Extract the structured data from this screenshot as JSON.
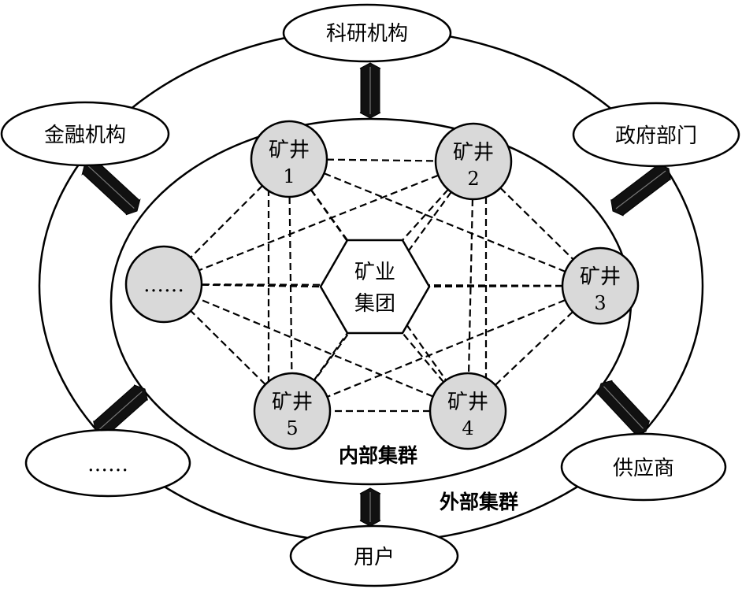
{
  "hub": {
    "line1": "矿业",
    "line2": "集团"
  },
  "mines": [
    {
      "name": "矿井",
      "number": "1"
    },
    {
      "name": "矿井",
      "number": "2"
    },
    {
      "name": "矿井",
      "number": "3"
    },
    {
      "name": "矿井",
      "number": "4"
    },
    {
      "name": "矿井",
      "number": "5"
    },
    {
      "name": "……",
      "number": ""
    }
  ],
  "externals": [
    {
      "label": "科研机构"
    },
    {
      "label": "政府部门"
    },
    {
      "label": "供应商"
    },
    {
      "label": "用户"
    },
    {
      "label": "……"
    },
    {
      "label": "金融机构"
    }
  ],
  "labels": {
    "inner_cluster": "内部集群",
    "outer_cluster": "外部集群"
  },
  "colors": {
    "node_fill": "#d9d9d9",
    "stroke": "#000000",
    "arrow_fill": "#111111",
    "background": "#ffffff"
  }
}
